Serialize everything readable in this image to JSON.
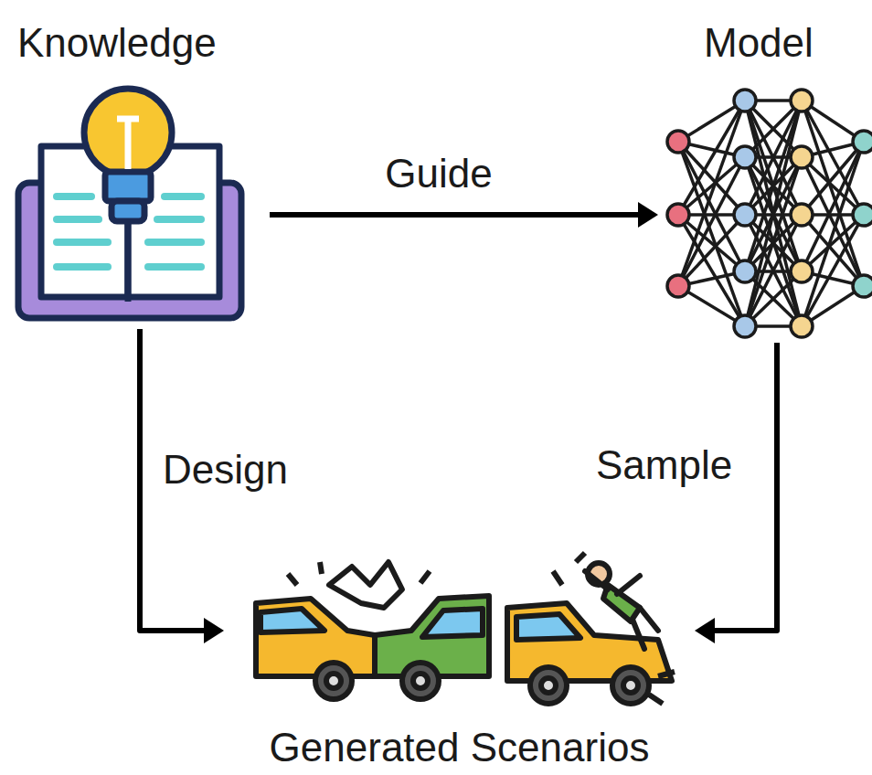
{
  "diagram": {
    "nodes": [
      {
        "text": [
          "Knowledge"
        ]
      },
      {
        "text": [
          "Model"
        ]
      },
      {
        "text": [
          "Generated Scenarios"
        ]
      }
    ],
    "edges": [
      {
        "from": 0,
        "to": 1,
        "label": "Guide",
        "arrow": "to"
      },
      {
        "from": 0,
        "to": 2,
        "label": "Design",
        "arrow": "to"
      },
      {
        "from": 1,
        "to": 2,
        "label": "Sample",
        "arrow": "to"
      }
    ]
  }
}
